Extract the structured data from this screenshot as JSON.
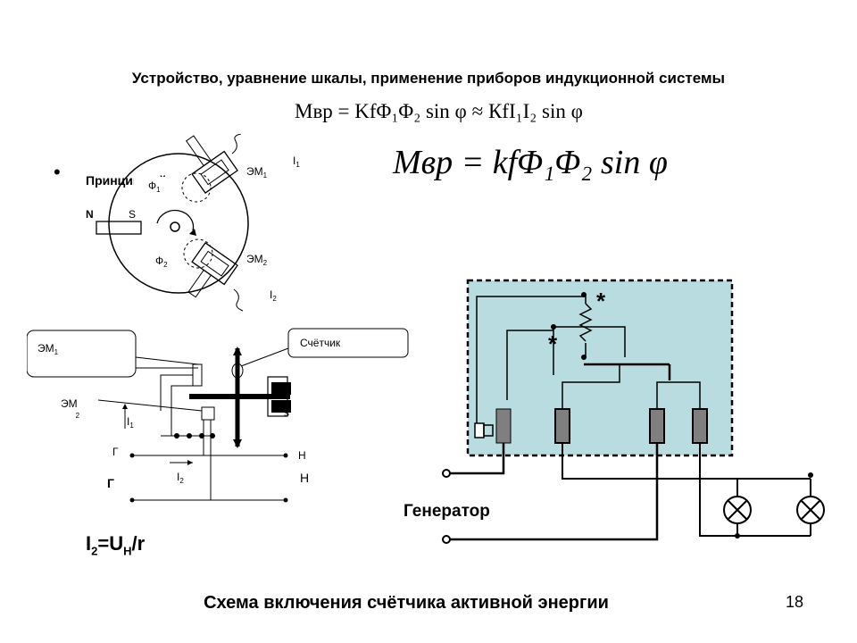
{
  "slide": {
    "title": "Устройство, уравнение шкалы, применение приборов индукционной системы",
    "equation_1": "Mвр = KfΦ₁Φ₂ sin φ ≈ КfI₁I₂ sin φ",
    "equation_2": "Mвр = kfΦ₁Φ₂ sin φ",
    "bullet": "•",
    "principle_label": "Принцип действия",
    "caption": "Схема включения счётчика активной энергии",
    "page_number": "18"
  },
  "principle_diagram": {
    "em1": "ЭМ",
    "em1_sub": "1",
    "em2": "ЭМ",
    "em2_sub": "2",
    "i1": "I",
    "i1_sub": "1",
    "i2": "I",
    "i2_sub": "2",
    "phi1": "Ф",
    "phi1_sub": "1",
    "phi2": "Ф",
    "phi2_sub": "2",
    "pole_n": "N",
    "pole_s": "S"
  },
  "meter_diagram": {
    "em1_callout": "ЭМ",
    "em1_callout_sub": "1",
    "counter_callout": "Счётчик",
    "em2": "ЭМ",
    "em2_sub": "2",
    "i1": "I",
    "i1_sub": "1",
    "i2": "I",
    "i2_sub": "2",
    "g_small": "Г",
    "g_large": "Г",
    "h_small": "Н",
    "h_large": "Н",
    "magnet_n": "N",
    "magnet_s": "S",
    "formula_i2": "I",
    "formula_i2_sub": "2",
    "formula_eq": "=U",
    "formula_h_sub": "Н",
    "formula_tail": "/r"
  },
  "wiring_diagram": {
    "generator_label": "Генератор",
    "star_1": "*",
    "star_2": "*",
    "panel_color": "#b9dce0",
    "terminal_color": "#7f7f7f"
  }
}
